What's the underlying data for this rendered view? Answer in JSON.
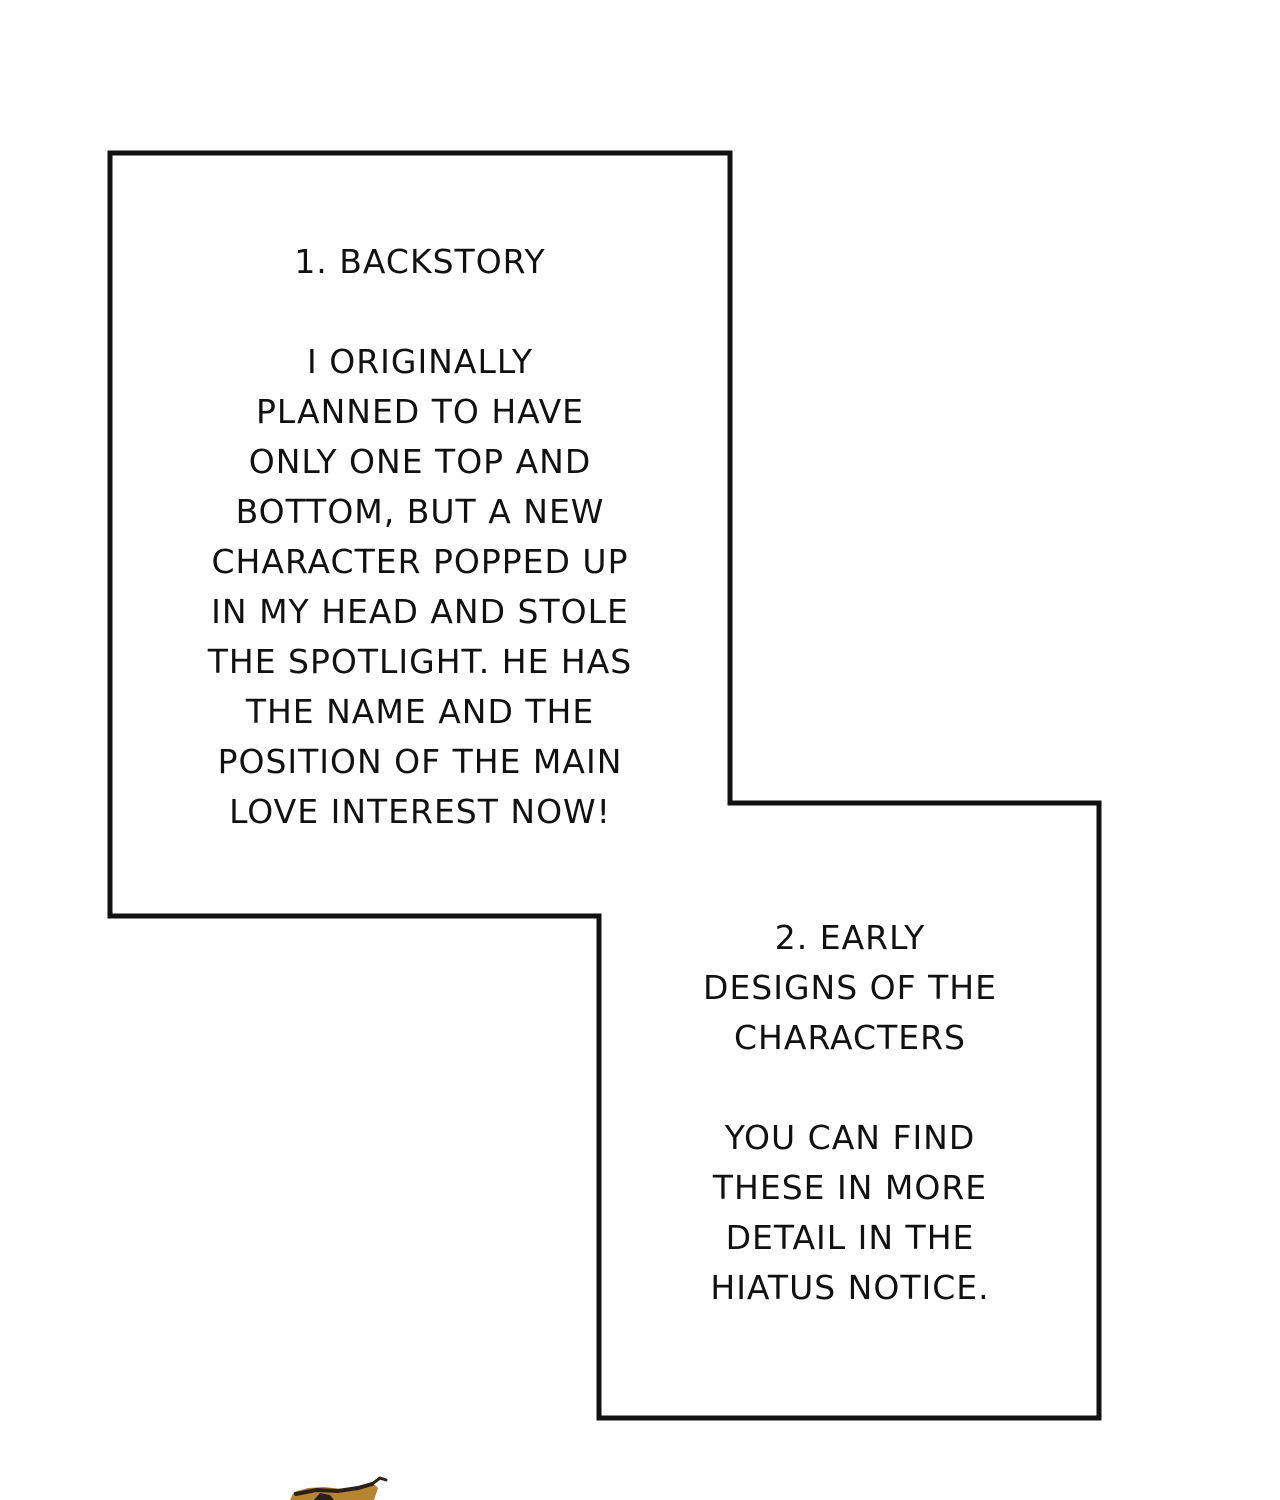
{
  "colors": {
    "background": "#ffffff",
    "border": "#111111",
    "text": "#111111",
    "illustration_dark": "#2b2118",
    "illustration_ochre": "#b7842f"
  },
  "section_one": {
    "heading": "1. BACKSTORY",
    "lines": [
      "I ORIGINALLY",
      "PLANNED TO HAVE",
      "ONLY ONE TOP AND",
      "BOTTOM, BUT A NEW",
      "CHARACTER POPPED UP",
      "IN MY HEAD AND STOLE",
      "THE SPOTLIGHT. HE HAS",
      "THE NAME AND THE",
      "POSITION OF THE MAIN",
      "LOVE INTEREST NOW!"
    ]
  },
  "section_two": {
    "heading_lines": [
      "2. EARLY",
      "DESIGNS OF THE",
      "CHARACTERS"
    ],
    "lines": [
      "YOU CAN FIND",
      "THESE IN MORE",
      "DETAIL IN THE",
      "HIATUS NOTICE."
    ]
  }
}
